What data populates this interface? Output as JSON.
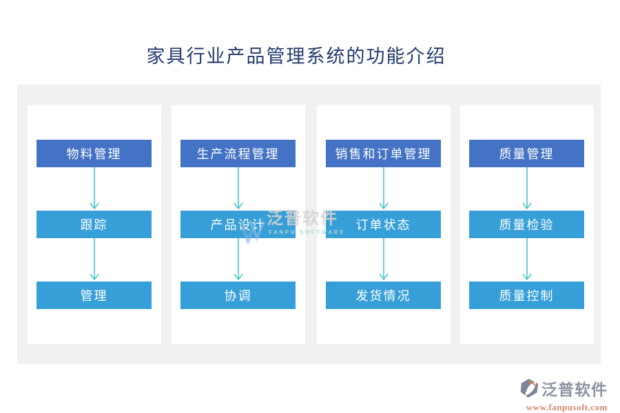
{
  "title": "家具行业产品管理系统的功能介绍",
  "columns": [
    {
      "header": "物料管理",
      "steps": [
        "跟踪",
        "管理"
      ]
    },
    {
      "header": "生产流程管理",
      "steps": [
        "产品设计",
        "协调"
      ]
    },
    {
      "header": "销售和订单管理",
      "steps": [
        "订单状态",
        "发货情况"
      ]
    },
    {
      "header": "质量管理",
      "steps": [
        "质量检验",
        "质量控制"
      ]
    }
  ],
  "watermark": {
    "brand": "泛普软件",
    "subtitle": "FANPU SOFTWARE"
  },
  "footer": {
    "brand": "泛普软件",
    "url": "www.fanpusoft.com"
  },
  "colors": {
    "header_box": "#4472c4",
    "step_box": "#379fd8",
    "arrow": "#48c4ce",
    "panel_bg": "#f1f1f2",
    "card_bg": "#ffffff",
    "title_text": "#22396e",
    "watermark_text": "#d6d3d0",
    "watermark_sub": "#a9d7d3",
    "footer_brand": "#8d93a3",
    "footer_url": "#d8876f",
    "icon_gray": "#7d8596",
    "icon_orange": "#df7f5e"
  }
}
